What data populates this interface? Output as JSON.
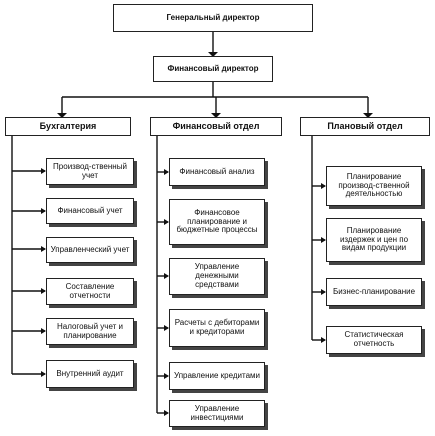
{
  "general_director": "Генеральный директор",
  "financial_director": "Финансовый директор",
  "departments": [
    {
      "name": "Бухгалтерия",
      "items": [
        "Производ-ственный учет",
        "Финансовый учет",
        "Управленческий учет",
        "Составление отчетности",
        "Налоговый учет и планирование",
        "Внутренний аудит"
      ]
    },
    {
      "name": "Финансовый отдел",
      "items": [
        "Финансовый анализ",
        "Финансовое планирование и бюджетные процессы",
        "Управление денежными средствами",
        "Расчеты с дебиторами и кредиторами",
        "Управление кредитами",
        "Управление инвестициями"
      ]
    },
    {
      "name": "Плановый отдел",
      "items": [
        "Планирование производ-ственной деятельностью",
        "Планирование издержек и цен по видам продукции",
        "Бизнес-планирование",
        "Статистическая отчетность"
      ]
    }
  ]
}
